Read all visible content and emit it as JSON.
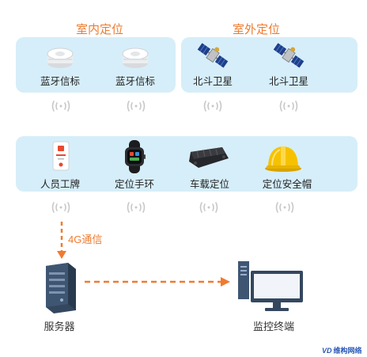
{
  "sections": {
    "indoor_title": "室内定位",
    "outdoor_title": "室外定位"
  },
  "top_row": [
    {
      "label": "蓝牙信标",
      "icon": "bluetooth-beacon-icon"
    },
    {
      "label": "蓝牙信标",
      "icon": "bluetooth-beacon-icon"
    },
    {
      "label": "北斗卫星",
      "icon": "satellite-icon"
    },
    {
      "label": "北斗卫星",
      "icon": "satellite-icon"
    }
  ],
  "devices": [
    {
      "label": "人员工牌",
      "icon": "badge-icon"
    },
    {
      "label": "定位手环",
      "icon": "wristband-icon"
    },
    {
      "label": "车载定位",
      "icon": "vehicle-tracker-icon"
    },
    {
      "label": "定位安全帽",
      "icon": "safety-helmet-icon"
    }
  ],
  "link_label": "4G通信",
  "server_label": "服务器",
  "monitor_label": "监控终端",
  "watermark": {
    "logo": "VD",
    "text": "维构网络"
  },
  "colors": {
    "accent": "#ef7b2f",
    "panel": "#d6eef9",
    "signal": "#c8c8c8",
    "server": "#34475e"
  }
}
